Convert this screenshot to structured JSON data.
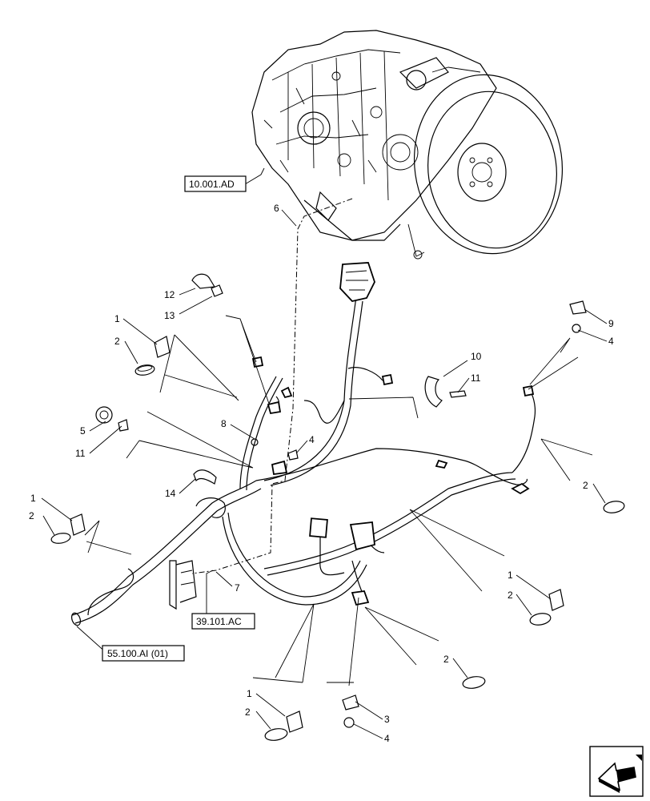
{
  "callouts": [
    "6",
    "12",
    "13",
    "1",
    "2",
    "8",
    "4",
    "5",
    "11",
    "14",
    "1",
    "2",
    "7",
    "10",
    "11",
    "9",
    "4",
    "2",
    "1",
    "2",
    "2",
    "1",
    "2",
    "3",
    "4"
  ],
  "references": [
    "10.001.AD",
    "39.101.AC",
    "55.100.AI (01)"
  ]
}
